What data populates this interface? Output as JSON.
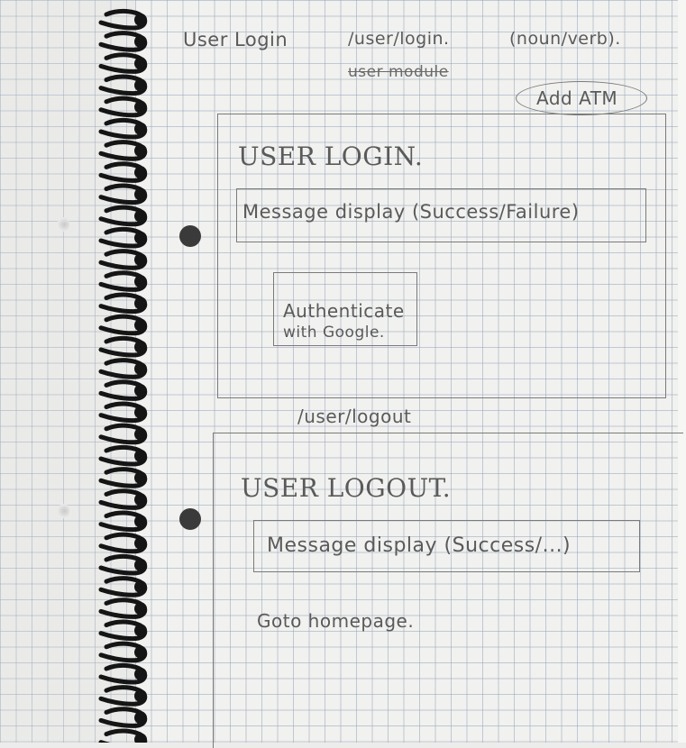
{
  "header": {
    "page_name": "User Login",
    "route": "/user/login.",
    "type_hint": "(noun/verb).",
    "module_note": "user module",
    "add_button_label": "Add ATM"
  },
  "login_panel": {
    "title": "USER LOGIN.",
    "message": "Message display (Success/Failure)",
    "auth_button_line1": "Authenticate",
    "auth_button_line2": "with Google."
  },
  "logout_route": "/user/logout",
  "logout_panel": {
    "title": "USER LOGOUT.",
    "message": "Message display (Success/...)",
    "home_link": "Goto homepage."
  }
}
